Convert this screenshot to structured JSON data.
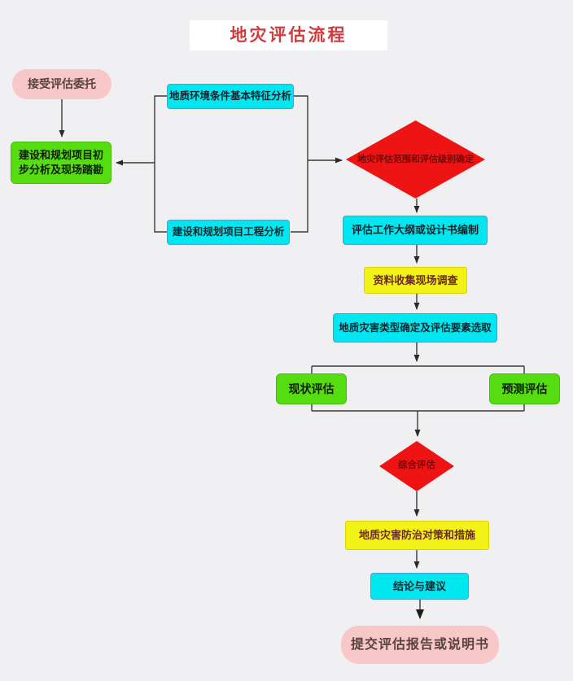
{
  "title": "地灾评估流程",
  "nodes": {
    "accept_commission": {
      "label": "接受评估委托"
    },
    "preliminary_analysis": {
      "label": "建设和规划项目初步分析及现场踏勘"
    },
    "geo_env_analysis": {
      "label": "地质环境条件基本特征分析"
    },
    "project_eng_analysis": {
      "label": "建设和规划项目工程分析"
    },
    "scope_level_decision": {
      "label": "地灾评估范围和评估级别确定"
    },
    "outline_design": {
      "label": "评估工作大纲或设计书编制"
    },
    "data_collection": {
      "label": "资料收集现场调查"
    },
    "hazard_type_selection": {
      "label": "地质灾害类型确定及评估要素选取"
    },
    "current_assessment": {
      "label": "现状评估"
    },
    "prediction_assessment": {
      "label": "预测评估"
    },
    "comprehensive_assessment": {
      "label": "综合评估"
    },
    "prevention_measures": {
      "label": "地质灾害防治对策和措施"
    },
    "conclusions": {
      "label": "结论与建议"
    },
    "submit_report": {
      "label": "提交评估报告或说明书"
    }
  },
  "colors": {
    "background": "#f0eff1",
    "title_text": "#cf3a3e",
    "terminator_pink": "#f8c7c7",
    "process_green": "#55dd11",
    "process_cyan": "#00e7ef",
    "process_yellow": "#f2f216",
    "decision_red": "#ee1414",
    "connector": "#3a3a3a"
  }
}
